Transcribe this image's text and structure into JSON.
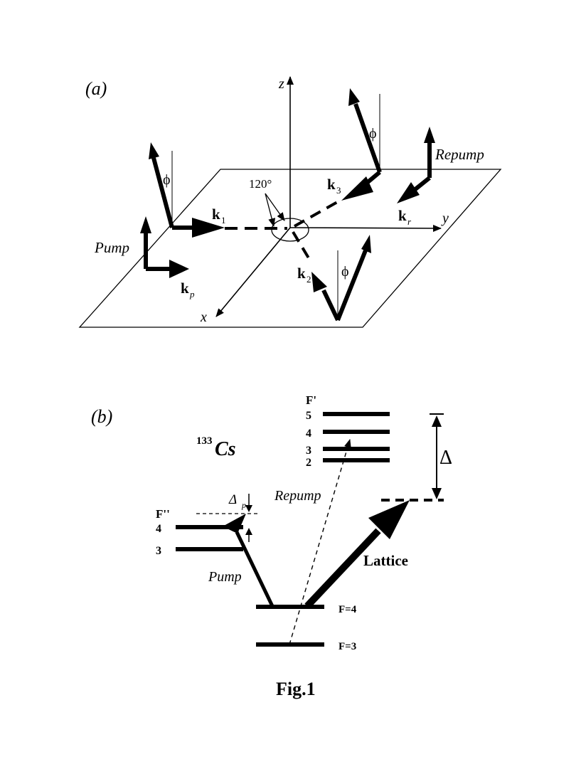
{
  "panel_a": {
    "label": "(a)",
    "axis_z": "z",
    "axis_y": "y",
    "axis_x": "x",
    "angle_label": "120°",
    "phi": "ϕ",
    "k_vector": "k",
    "k1_sub": "1",
    "k2_sub": "2",
    "k3_sub": "3",
    "kr_sub": "r",
    "kp_sub": "p",
    "pump": "Pump",
    "repump": "Repump"
  },
  "panel_b": {
    "label": "(b)",
    "isotope_mass": "133",
    "isotope_symbol": "Cs",
    "f_prime": "F'",
    "f_prime_levels": [
      "5",
      "4",
      "3",
      "2"
    ],
    "f_dprime": "F''",
    "f_dprime_levels": [
      "4",
      "3"
    ],
    "delta": "Δ",
    "delta_p_symbol": "Δ",
    "delta_p_sub": "p",
    "repump": "Repump",
    "pump": "Pump",
    "lattice": "Lattice",
    "ground_f4": "F=4",
    "ground_f3": "F=3"
  },
  "caption": "Fig.1"
}
